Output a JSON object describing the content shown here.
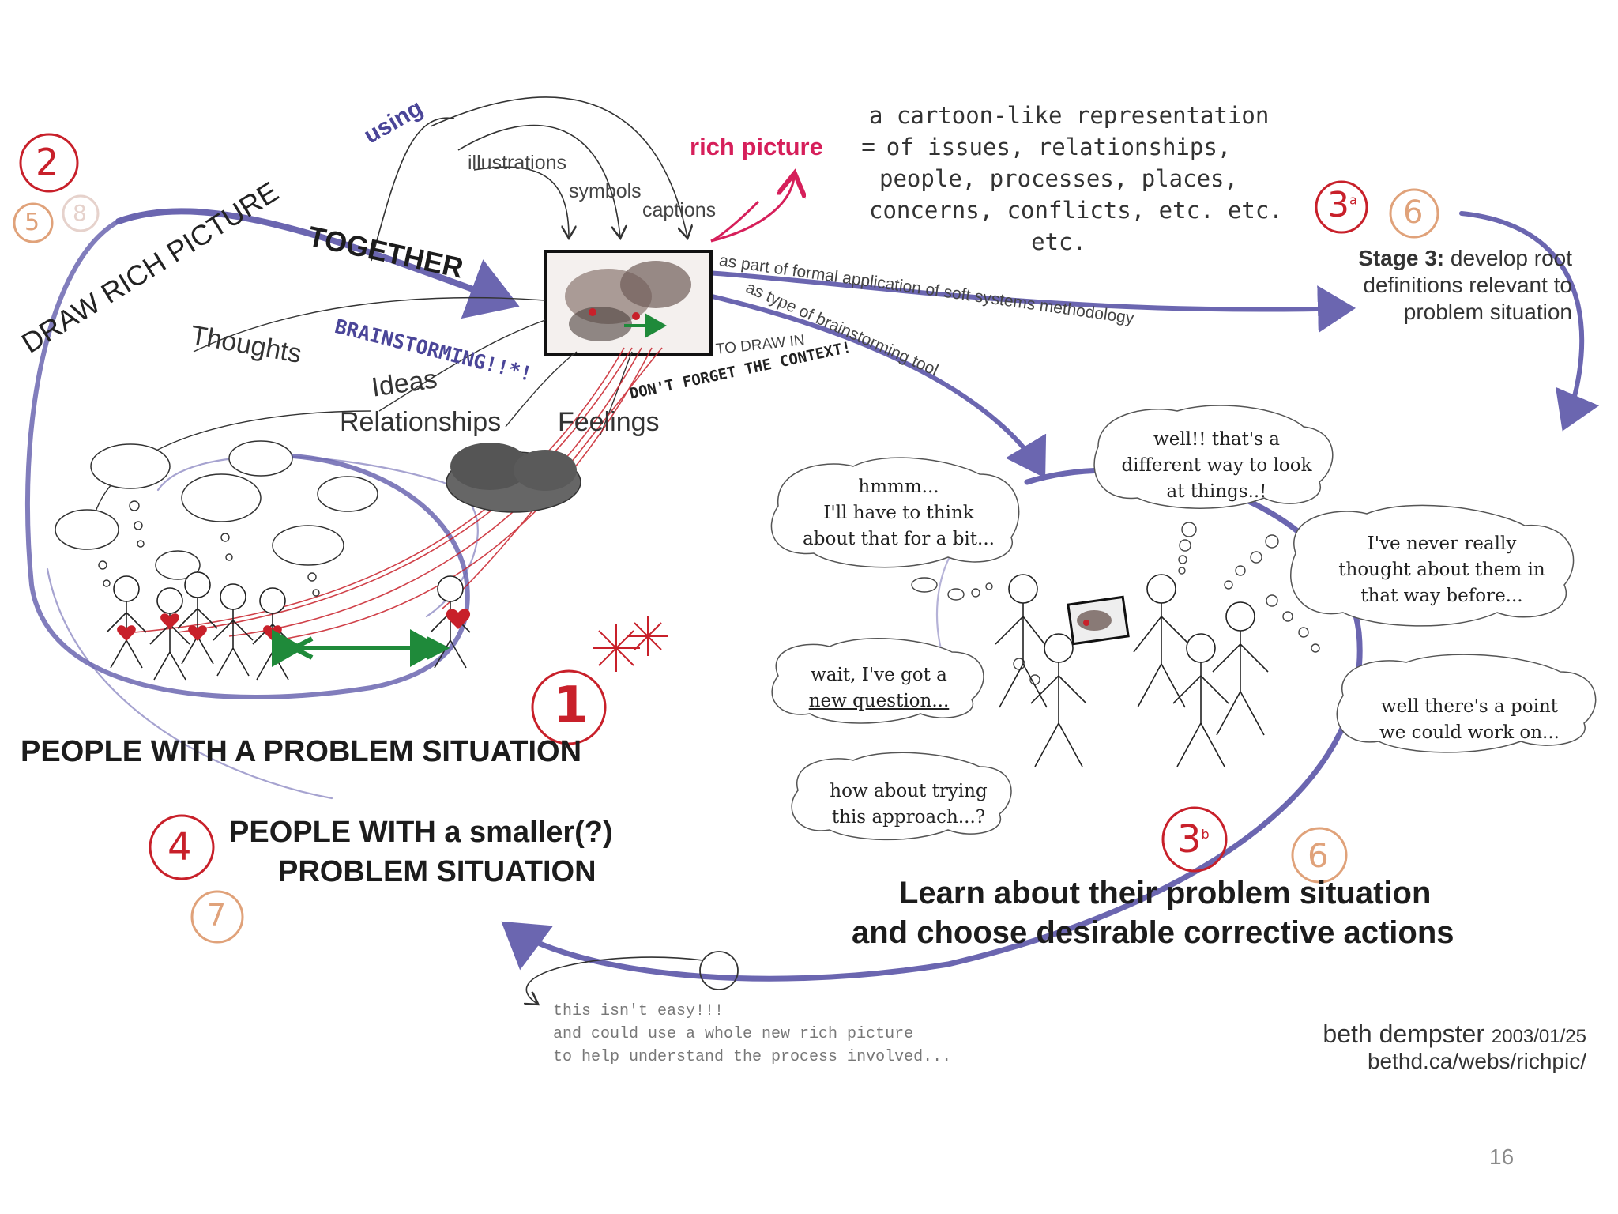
{
  "colors": {
    "accent_purple": "#6b66b0",
    "marker_red": "#c8202a",
    "marker_orange": "#e0a27a",
    "rich_picture_pink": "#d61f5a",
    "arrow_green": "#1f8a3a",
    "ink": "#222222"
  },
  "labels": {
    "using": "using",
    "illustrations": "illustrations",
    "symbols": "symbols",
    "captions": "captions",
    "draw_rich_picture": "DRAW RICH PICTURE",
    "together": "TOGETHER",
    "brainstorming": "BRAINSTORMING!!*!",
    "thoughts": "Thoughts",
    "ideas": "Ideas",
    "relationships": "Relationships",
    "feelings": "Feelings",
    "to_draw_in": "TO DRAW IN",
    "dont_forget": "DON'T FORGET THE CONTEXT!",
    "formal_application": "as part of formal application of soft systems methodology",
    "brainstorming_tool": "as type of brainstorming tool"
  },
  "definition": {
    "term": "rich picture",
    "equals": "=",
    "lines": [
      "a cartoon-like representation",
      "of issues, relationships,",
      "people, processes, places,",
      "concerns, conflicts, etc. etc.",
      "etc."
    ]
  },
  "markers": {
    "m2": "2",
    "m5": "5",
    "m8": "8",
    "m3a": "3",
    "m3a_sup": "a",
    "m6a": "6",
    "m1": "1",
    "m4": "4",
    "m7": "7",
    "m3b": "3",
    "m3b_sup": "b",
    "m6b": "6"
  },
  "stage3": {
    "bold": "Stage 3:",
    "line1": "develop root",
    "line2": "definitions relevant to",
    "line3": "problem situation"
  },
  "bubbles": {
    "hmmm": [
      "hmmm...",
      "I'll have to think",
      "about that for a bit..."
    ],
    "different": [
      "well!! that's a",
      "different way to look",
      "at things..!"
    ],
    "never": [
      "I've never really",
      "thought about them in",
      "that way before..."
    ],
    "wait": [
      "wait, I've got a",
      "new question..."
    ],
    "point": [
      "well there's a point",
      "we could work on..."
    ],
    "trying": [
      "how about trying",
      "this approach...?"
    ]
  },
  "headings": {
    "people_problem": "PEOPLE WITH A PROBLEM SITUATION",
    "smaller_1": "PEOPLE WITH a smaller(?)",
    "smaller_2": "PROBLEM SITUATION",
    "learn_1": "Learn about their problem situation",
    "learn_2": "and choose desirable corrective actions"
  },
  "note": [
    "this isn't easy!!!",
    "and could use a whole new rich picture",
    "to help understand the process involved..."
  ],
  "credit": {
    "author": "beth dempster",
    "date": "2003/01/25",
    "url": "bethd.ca/webs/richpic/"
  },
  "slide_number": "16"
}
